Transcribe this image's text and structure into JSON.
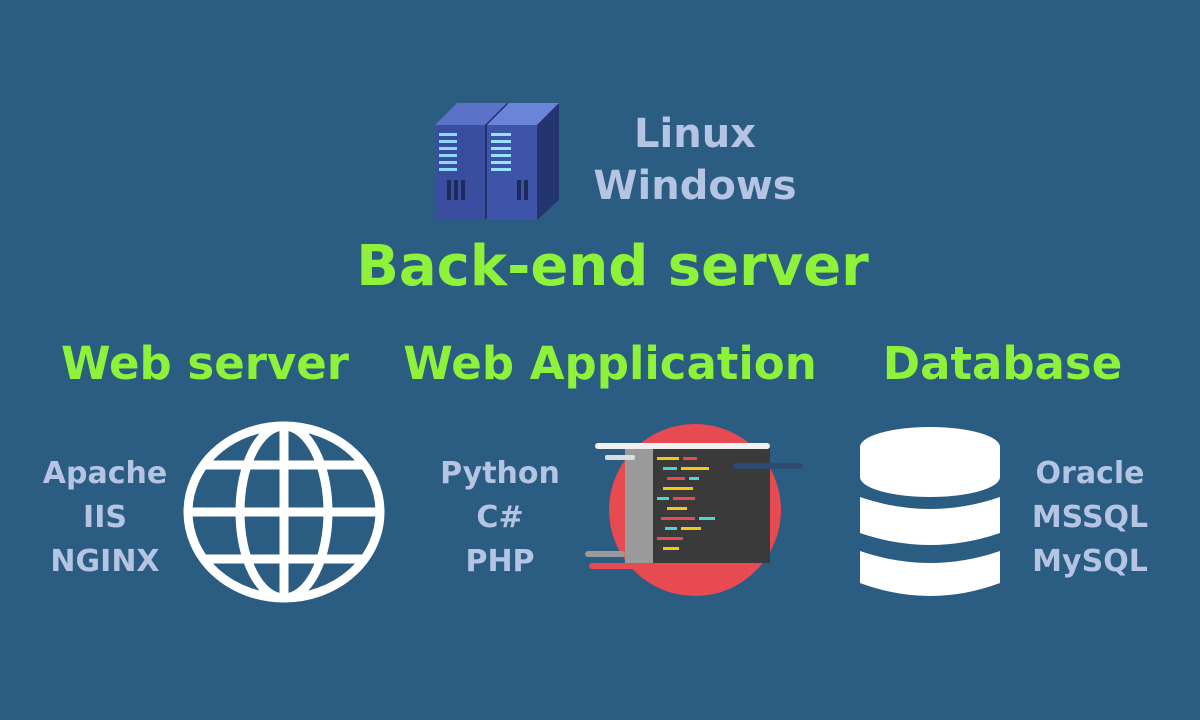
{
  "server": {
    "icon": "server-rack-icon",
    "os": [
      "Linux",
      "Windows"
    ]
  },
  "title": "Back-end server",
  "columns": [
    {
      "title": "Web server",
      "icon": "globe-icon",
      "items": [
        "Apache",
        "IIS",
        "NGINX"
      ]
    },
    {
      "title": "Web Application",
      "icon": "code-editor-icon",
      "items": [
        "Python",
        "C#",
        "PHP"
      ]
    },
    {
      "title": "Database",
      "icon": "database-icon",
      "items": [
        "Oracle",
        "MSSQL",
        "MySQL"
      ]
    }
  ],
  "colors": {
    "background": "#2b5c82",
    "accent": "#8ef23a",
    "muted_text": "#b4c4e2",
    "code_circle": "#e84a52"
  }
}
